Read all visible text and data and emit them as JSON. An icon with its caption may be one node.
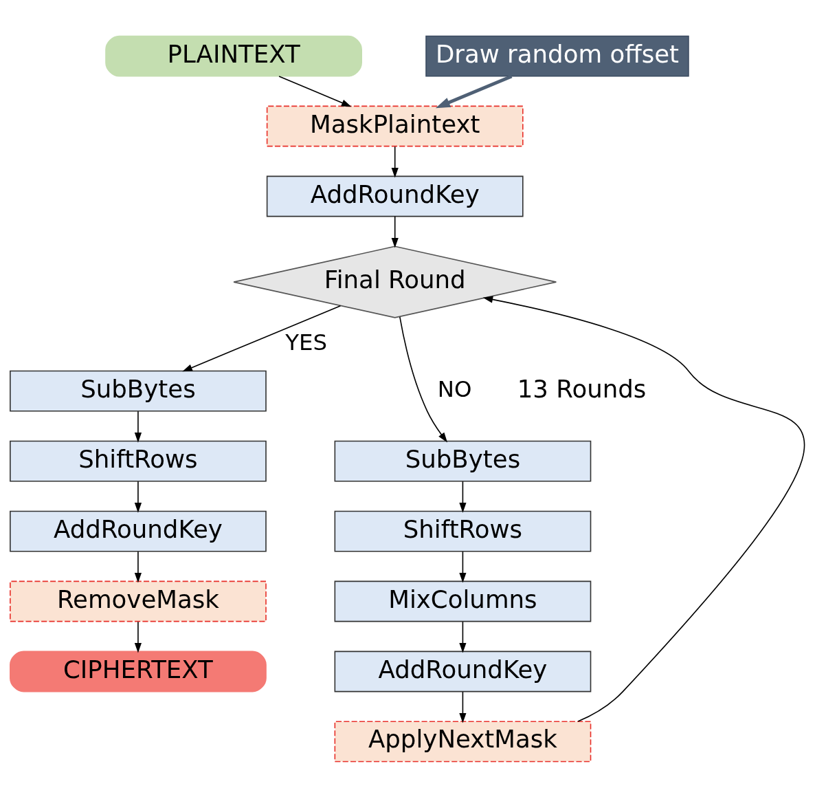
{
  "diagram": {
    "nodes": [
      {
        "text": [
          "PLAINTEXT"
        ]
      },
      {
        "text": [
          "MaskPlaintext"
        ]
      },
      {
        "text": [
          "Draw random offset"
        ]
      },
      {
        "text": [
          "AddRoundKey"
        ]
      },
      {
        "text": [
          "Final Round"
        ]
      },
      {
        "text": [
          "SubBytes"
        ]
      },
      {
        "text": [
          "ShiftRows"
        ]
      },
      {
        "text": [
          "AddRoundKey"
        ]
      },
      {
        "text": [
          "RemoveMask"
        ]
      },
      {
        "text": [
          "CIPHERTEXT"
        ]
      },
      {
        "text": [
          "SubBytes"
        ]
      },
      {
        "text": [
          "ShiftRows"
        ]
      },
      {
        "text": [
          "MixColumns"
        ]
      },
      {
        "text": [
          "AddRoundKey"
        ]
      },
      {
        "text": [
          "ApplyNextMask"
        ]
      }
    ],
    "edges": [
      {
        "from": 0,
        "to": 1,
        "arrow": "to"
      },
      {
        "from": 2,
        "to": 1,
        "arrow": "to",
        "style": "thick",
        "color": "#4f6075"
      },
      {
        "from": 1,
        "to": 3,
        "arrow": "to"
      },
      {
        "from": 3,
        "to": 4,
        "arrow": "to"
      },
      {
        "from": 4,
        "to": 10,
        "arrow": "to",
        "label": "NO"
      },
      {
        "from": 4,
        "to": 5,
        "arrow": "to",
        "label": "YES"
      },
      {
        "from": 5,
        "to": 6,
        "arrow": "to"
      },
      {
        "from": 6,
        "to": 7,
        "arrow": "to"
      },
      {
        "from": 7,
        "to": 8,
        "arrow": "to"
      },
      {
        "from": 8,
        "to": 9,
        "arrow": "to"
      },
      {
        "from": 10,
        "to": 11,
        "arrow": "to"
      },
      {
        "from": 11,
        "to": 12,
        "arrow": "to"
      },
      {
        "from": 12,
        "to": 13,
        "arrow": "to"
      },
      {
        "from": 13,
        "to": 14,
        "arrow": "to"
      },
      {
        "from": 14,
        "to": 4,
        "arrow": "to"
      }
    ],
    "labels": [
      "13 Rounds"
    ]
  }
}
